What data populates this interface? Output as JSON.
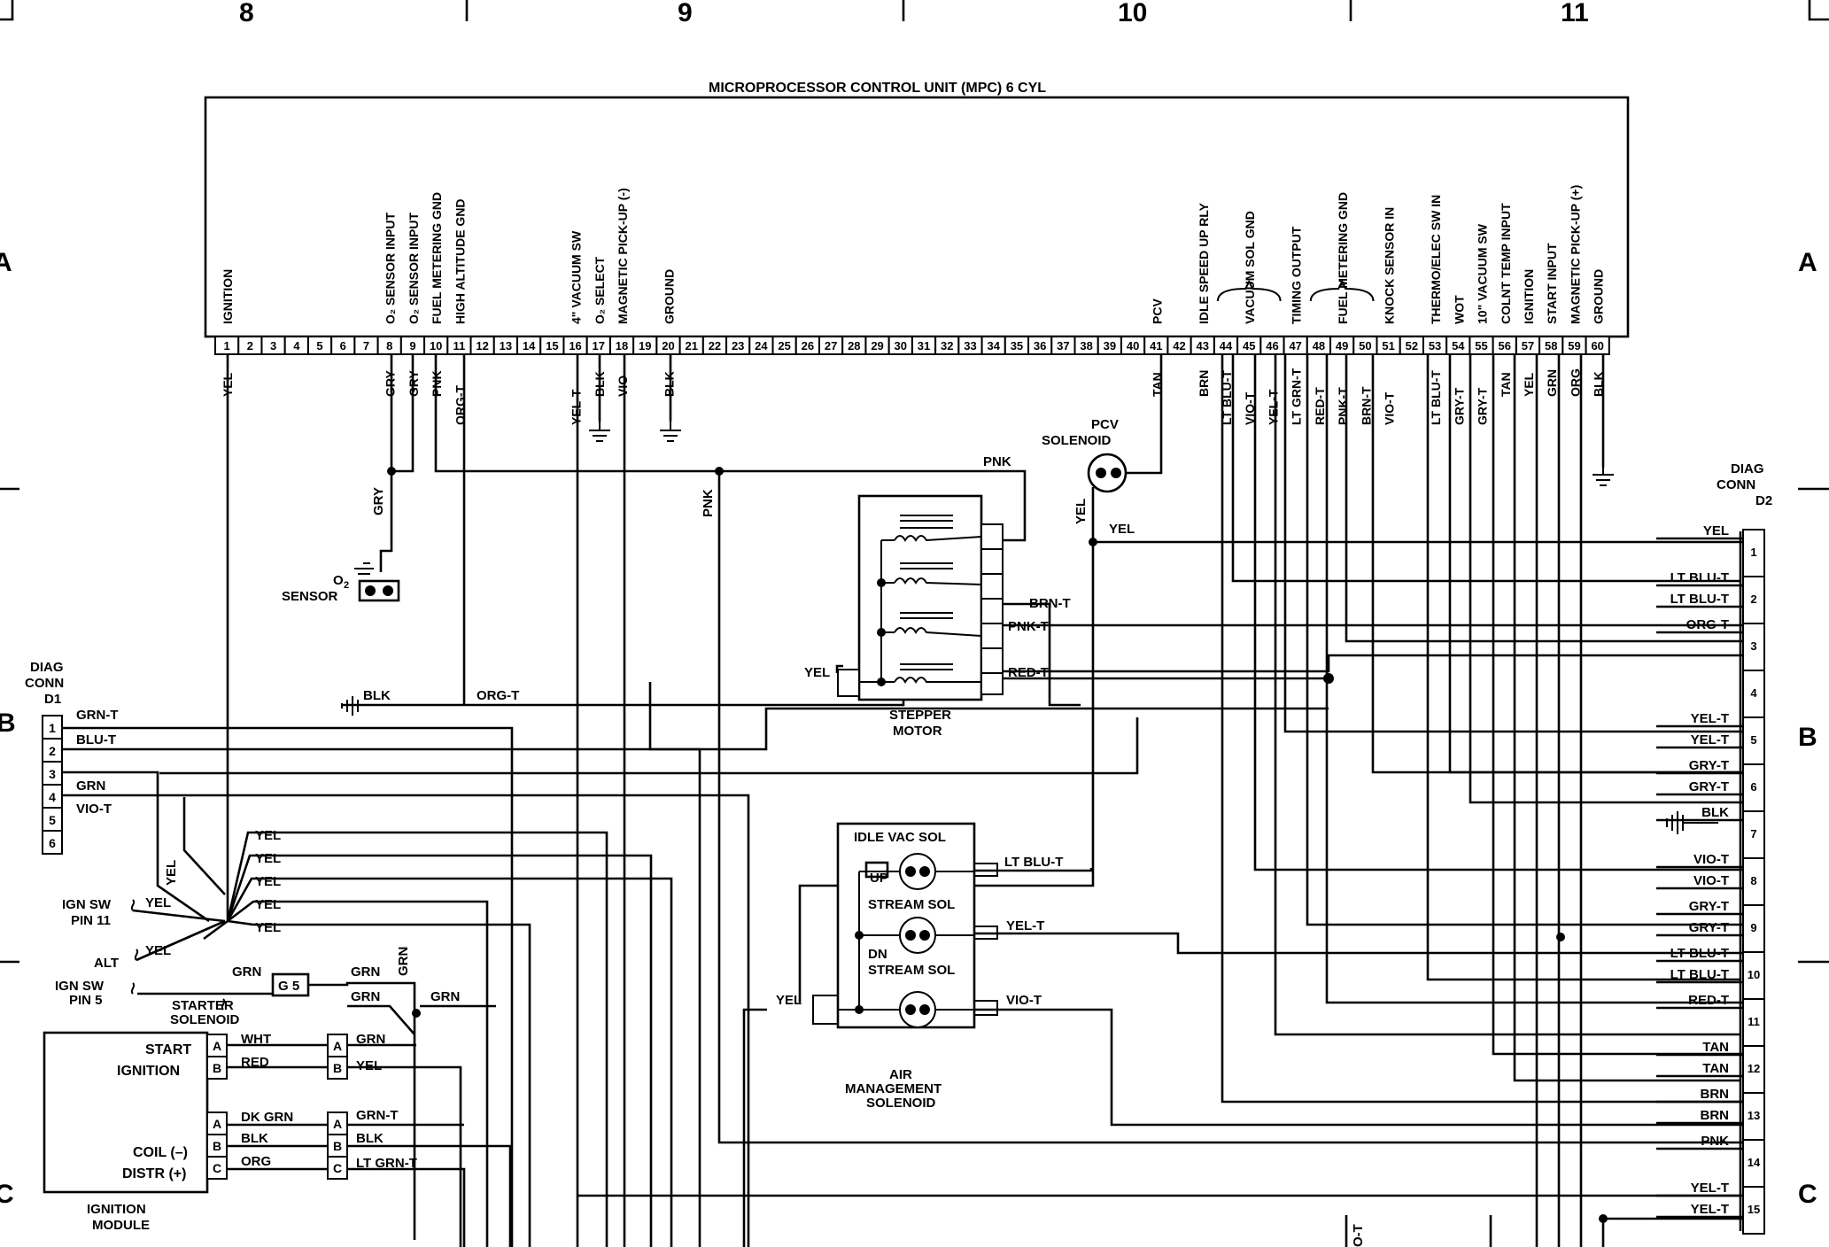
{
  "grid": {
    "columns": [
      "8",
      "9",
      "10",
      "11"
    ],
    "rows_left": [
      "A",
      "B",
      "C"
    ],
    "rows_right": [
      "A",
      "B",
      "C"
    ]
  },
  "mpc": {
    "title": "MICROPROCESSOR CONTROL UNIT (MPC) 6 CYL",
    "pins": [
      "1",
      "2",
      "3",
      "4",
      "5",
      "6",
      "7",
      "8",
      "9",
      "10",
      "11",
      "12",
      "13",
      "14",
      "15",
      "16",
      "17",
      "18",
      "19",
      "20",
      "21",
      "22",
      "23",
      "24",
      "25",
      "26",
      "27",
      "28",
      "29",
      "30",
      "31",
      "32",
      "33",
      "34",
      "35",
      "36",
      "37",
      "38",
      "39",
      "40",
      "41",
      "42",
      "43",
      "44",
      "45",
      "46",
      "47",
      "48",
      "49",
      "50",
      "51",
      "52",
      "53",
      "54",
      "55",
      "56",
      "57",
      "58",
      "59",
      "60"
    ],
    "functions": [
      {
        "pin": 1,
        "label": "IGNITION"
      },
      {
        "pin": 8,
        "label": "O₂ SENSOR INPUT"
      },
      {
        "pin": 9,
        "label": "O₂ SENSOR INPUT"
      },
      {
        "pin": 10,
        "label": "FUEL METERING GND"
      },
      {
        "pin": 11,
        "label": "HIGH ALTITUDE GND"
      },
      {
        "pin": 16,
        "label": "4\" VACUUM SW"
      },
      {
        "pin": 17,
        "label": "O₂ SELECT"
      },
      {
        "pin": 18,
        "label": "MAGNETIC PICK-UP (-)"
      },
      {
        "pin": 20,
        "label": "GROUND"
      },
      {
        "pin": 41,
        "label": "PCV"
      },
      {
        "pin": 43,
        "label": "IDLE SPEED UP RLY"
      },
      {
        "pin": 45,
        "label": "VACUUM SOL GND"
      },
      {
        "pin": 47,
        "label": "TIMING OUTPUT"
      },
      {
        "pin": 49,
        "label": "FUEL METERING GND"
      },
      {
        "pin": 51,
        "label": "KNOCK SENSOR IN"
      },
      {
        "pin": 53,
        "label": "THERMO/ELEC SW IN"
      },
      {
        "pin": 54,
        "label": "WOT"
      },
      {
        "pin": 55,
        "label": "10\" VACUUM SW"
      },
      {
        "pin": 56,
        "label": "COLNT TEMP INPUT"
      },
      {
        "pin": 57,
        "label": "IGNITION"
      },
      {
        "pin": 58,
        "label": "START INPUT"
      },
      {
        "pin": 59,
        "label": "MAGNETIC PICK-UP (+)"
      },
      {
        "pin": 60,
        "label": "GROUND"
      }
    ],
    "wires": [
      {
        "pin": 1,
        "color": "YEL"
      },
      {
        "pin": 8,
        "color": "GRY"
      },
      {
        "pin": 9,
        "color": "GRY"
      },
      {
        "pin": 10,
        "color": "PNK"
      },
      {
        "pin": 11,
        "color": "ORG-T"
      },
      {
        "pin": 16,
        "color": "YEL-T"
      },
      {
        "pin": 17,
        "color": "BLK"
      },
      {
        "pin": 18,
        "color": "VIO"
      },
      {
        "pin": 20,
        "color": "BLK"
      },
      {
        "pin": 41,
        "color": "TAN"
      },
      {
        "pin": 43,
        "color": "BRN"
      },
      {
        "pin": 44,
        "color": "LT BLU-T"
      },
      {
        "pin": 45,
        "color": "VIO-T"
      },
      {
        "pin": 46,
        "color": "YEL-T"
      },
      {
        "pin": 47,
        "color": "LT GRN-T"
      },
      {
        "pin": 48,
        "color": "RED-T"
      },
      {
        "pin": 49,
        "color": "PNK-T"
      },
      {
        "pin": 50,
        "color": "BRN-T"
      },
      {
        "pin": 51,
        "color": "VIO-T"
      },
      {
        "pin": 53,
        "color": "LT BLU-T"
      },
      {
        "pin": 54,
        "color": "GRY-T"
      },
      {
        "pin": 55,
        "color": "GRY-T"
      },
      {
        "pin": 56,
        "color": "TAN"
      },
      {
        "pin": 57,
        "color": "YEL"
      },
      {
        "pin": 58,
        "color": "GRN"
      },
      {
        "pin": 59,
        "color": "ORG"
      },
      {
        "pin": 60,
        "color": "BLK"
      }
    ]
  },
  "o2_sensor": {
    "label1": "O",
    "sub": "2",
    "label2": "SENSOR",
    "wire": "GRY"
  },
  "pcv_solenoid": {
    "label1": "PCV",
    "label2": "SOLENOID",
    "wire_yel": "YEL",
    "wire_yel2": "YEL"
  },
  "stepper_motor": {
    "label1": "STEPPER",
    "label2": "MOTOR",
    "wires": [
      "PNK",
      "BRN-T",
      "PNK-T",
      "RED-T"
    ],
    "input": "YEL"
  },
  "pnk_wire": "PNK",
  "ground_left": {
    "blk": "BLK",
    "org": "ORG-T"
  },
  "air_solenoid": {
    "idle": "IDLE VAC SOL",
    "up": "UP",
    "stream": "STREAM SOL",
    "dn": "DN",
    "dn_stream": "STREAM SOL",
    "title1": "AIR",
    "title2": "MANAGEMENT",
    "title3": "SOLENOID",
    "wires": [
      "LT BLU-T",
      "YEL-T",
      "VIO-T"
    ],
    "input": "YEL"
  },
  "diag_d1": {
    "label1": "DIAG",
    "label2": "CONN",
    "label3": "D1",
    "pins": [
      "1",
      "2",
      "3",
      "4",
      "5",
      "6"
    ],
    "wires": [
      "GRN-T",
      "BLU-T",
      "GRN",
      "VIO-T"
    ]
  },
  "diag_d2": {
    "label1": "DIAG",
    "label2": "CONN",
    "label3": "D2",
    "pins": [
      "1",
      "2",
      "3",
      "4",
      "5",
      "6",
      "7",
      "8",
      "9",
      "10",
      "11",
      "12",
      "13",
      "14",
      "15"
    ],
    "wires": [
      {
        "pin": 1,
        "labels": [
          "YEL"
        ]
      },
      {
        "pin": 2,
        "labels": [
          "LT BLU-T",
          "LT BLU-T"
        ]
      },
      {
        "pin": 3,
        "labels": [
          "ORG-T"
        ]
      },
      {
        "pin": 5,
        "labels": [
          "YEL-T",
          "YEL-T"
        ]
      },
      {
        "pin": 6,
        "labels": [
          "GRY-T",
          "GRY-T"
        ]
      },
      {
        "pin": 7,
        "labels": [
          "BLK"
        ]
      },
      {
        "pin": 8,
        "labels": [
          "VIO-T",
          "VIO-T"
        ]
      },
      {
        "pin": 9,
        "labels": [
          "GRY-T",
          "GRY-T"
        ]
      },
      {
        "pin": 10,
        "labels": [
          "LT BLU-T",
          "LT BLU-T"
        ]
      },
      {
        "pin": 11,
        "labels": [
          "RED-T"
        ]
      },
      {
        "pin": 12,
        "labels": [
          "TAN",
          "TAN"
        ]
      },
      {
        "pin": 13,
        "labels": [
          "BRN",
          "BRN"
        ]
      },
      {
        "pin": 14,
        "labels": [
          "PNK"
        ]
      },
      {
        "pin": 15,
        "labels": [
          "YEL-T",
          "YEL-T"
        ]
      }
    ]
  },
  "ign_junction": {
    "yel": [
      "YEL",
      "YEL",
      "YEL",
      "YEL",
      "YEL"
    ],
    "vert": "YEL",
    "ign_sw_11": [
      "IGN SW",
      "PIN 11"
    ],
    "ign_sw_11_wire": "YEL",
    "alt": "ALT",
    "alt_wire": "YEL",
    "ign_sw_5": [
      "IGN SW",
      "PIN 5"
    ],
    "starter": [
      "STARTER",
      "SOLENOID"
    ],
    "g5": "G 5",
    "grn": [
      "GRN",
      "GRN",
      "GRN",
      "GRN",
      "GRN"
    ]
  },
  "ignition_module": {
    "title1": "IGNITION",
    "title2": "MODULE",
    "start": "START",
    "ignition": "IGNITION",
    "coil": "COIL (–)",
    "distr": "DISTR (+)",
    "pins_top": [
      "A",
      "B"
    ],
    "pins_bottom": [
      "A",
      "B",
      "C"
    ],
    "wires_top_left": [
      "WHT",
      "RED"
    ],
    "wires_top_right": [
      "GRN",
      "YEL"
    ],
    "wires_bottom_left": [
      "DK GRN",
      "BLK",
      "ORG"
    ],
    "wires_bottom_right": [
      "GRN-T",
      "BLK",
      "LT GRN-T"
    ]
  },
  "bottom_fragment": "O-T"
}
